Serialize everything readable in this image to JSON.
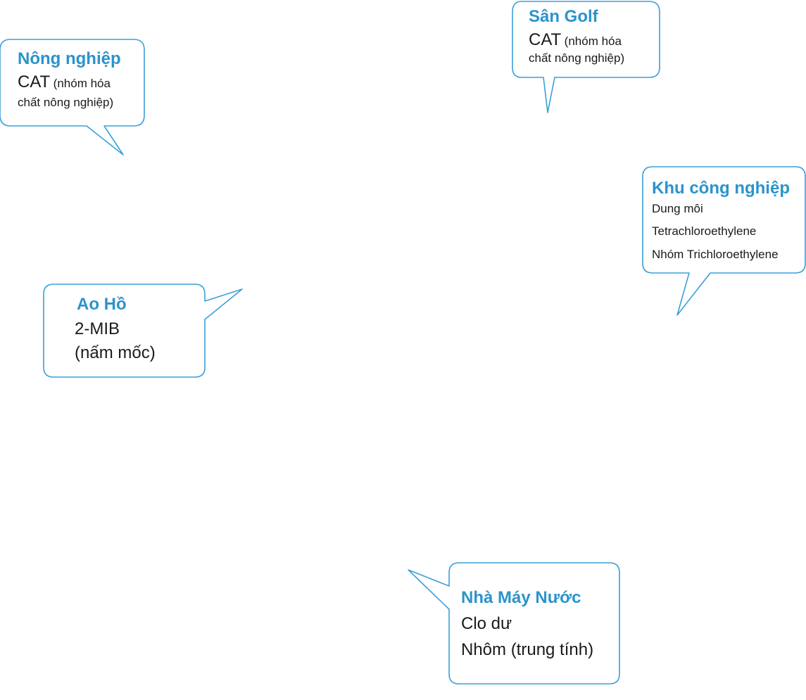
{
  "colors": {
    "accent": "#2b93cc",
    "bubble_border": "#3aa0d8",
    "text": "#1a1a1a"
  },
  "bubbles": {
    "nong_nghiep": {
      "title": "Nông nghiệp",
      "main": "CAT",
      "note_1": "(nhóm hóa",
      "note_2": "chất nông nghiệp)"
    },
    "san_golf": {
      "title": "Sân Golf",
      "main": "CAT",
      "note_1": "(nhóm hóa",
      "note_2": "chất nông nghiệp)"
    },
    "khu_cong_nghiep": {
      "title": "Khu công nghiệp",
      "lines": [
        "Dung môi",
        "Tetrachloroethylene",
        "Nhóm Trichloroethylene"
      ]
    },
    "ao_ho": {
      "title": "Ao Hồ",
      "lines": [
        "2-MIB",
        "(nấm mốc)"
      ]
    },
    "nha_may_nuoc": {
      "title": "Nhà Máy Nước",
      "lines": [
        "Clo dư",
        "Nhôm (trung tính)"
      ]
    }
  }
}
